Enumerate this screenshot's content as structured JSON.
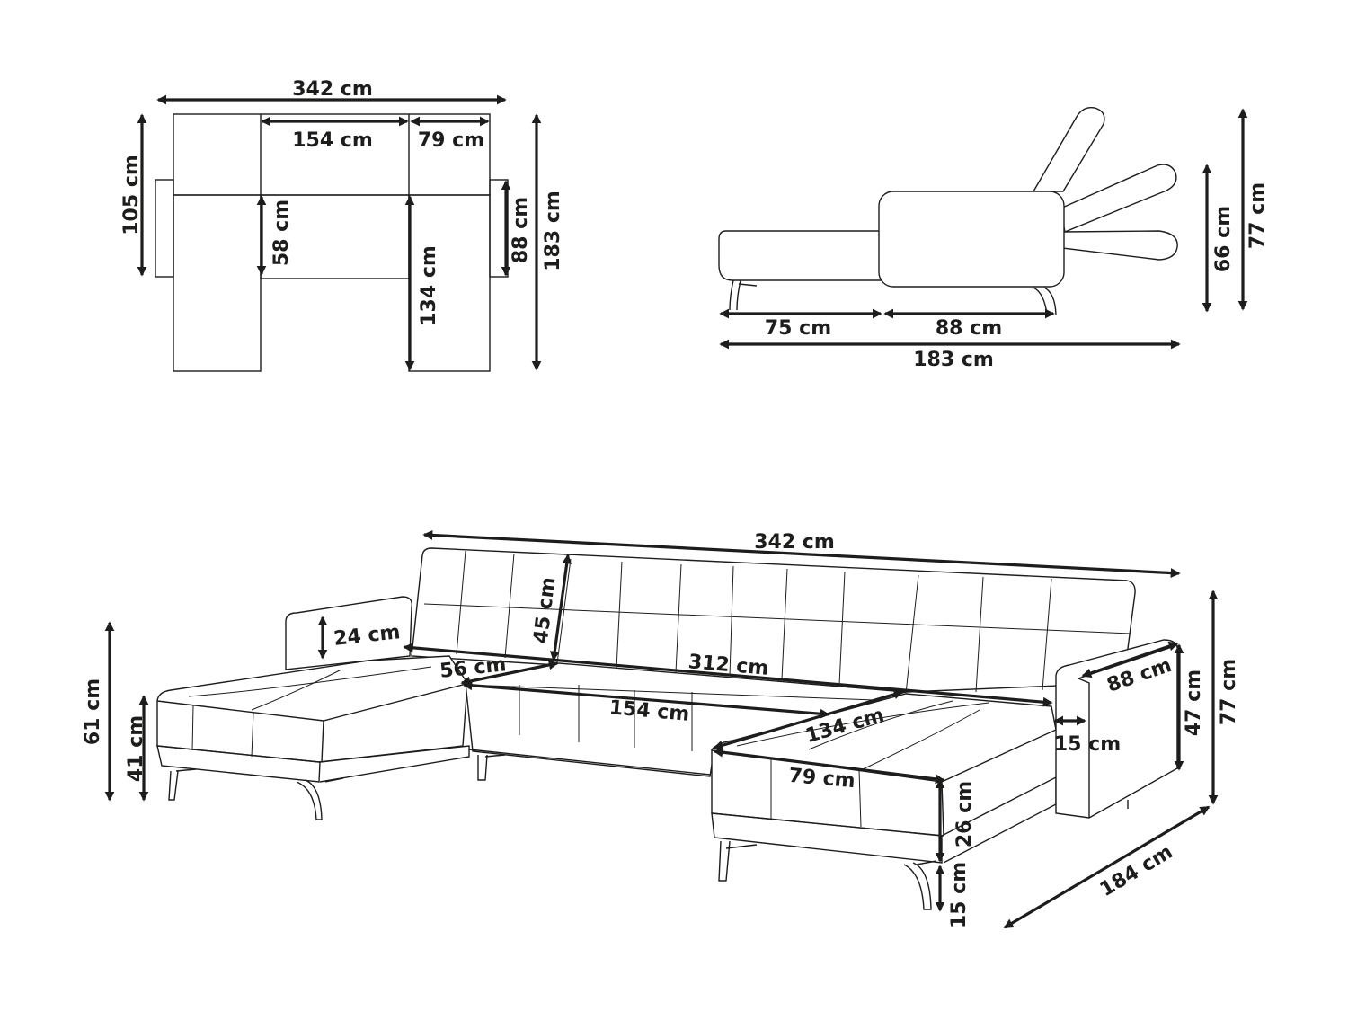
{
  "colors": {
    "ink": "#1d1d1b",
    "background": "#ffffff"
  },
  "top_view": {
    "overall_width": "342 cm",
    "middle_seat": "154 cm",
    "end_seat": "79 cm",
    "back_depth": "105 cm",
    "seat_depth": "58 cm",
    "chaise_depth": "134 cm",
    "arm_depth": "88 cm",
    "total_depth": "183 cm"
  },
  "side_view": {
    "chaise_length": "75 cm",
    "seat_length": "88 cm",
    "total_length": "183 cm",
    "backrest_height": "66 cm",
    "total_height": "77 cm"
  },
  "perspective_view": {
    "overall_width": "342 cm",
    "arm_height": "24 cm",
    "back_height": "45 cm",
    "seat_depth": "56 cm",
    "seat_width_total": "312 cm",
    "middle_seat_width": "154 cm",
    "chaise_length": "134 cm",
    "chaise_width": "79 cm",
    "arm_depth": "88 cm",
    "arm_width": "15 cm",
    "arm_total_height": "47 cm",
    "total_height": "77 cm",
    "total_depth": "184 cm",
    "back_total_height": "61 cm",
    "seat_height": "41 cm",
    "cushion_height": "26 cm",
    "leg_height": "15 cm"
  }
}
